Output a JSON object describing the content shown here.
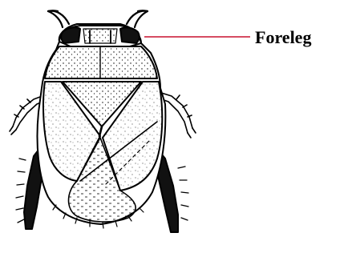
{
  "diagram": {
    "subject_icon": "water-bug-illustration",
    "labels": [
      {
        "id": "foreleg",
        "text": "Foreleg"
      }
    ]
  },
  "colors": {
    "ink": "#000000",
    "paper": "#ffffff",
    "leader_line": "#c8102e"
  }
}
